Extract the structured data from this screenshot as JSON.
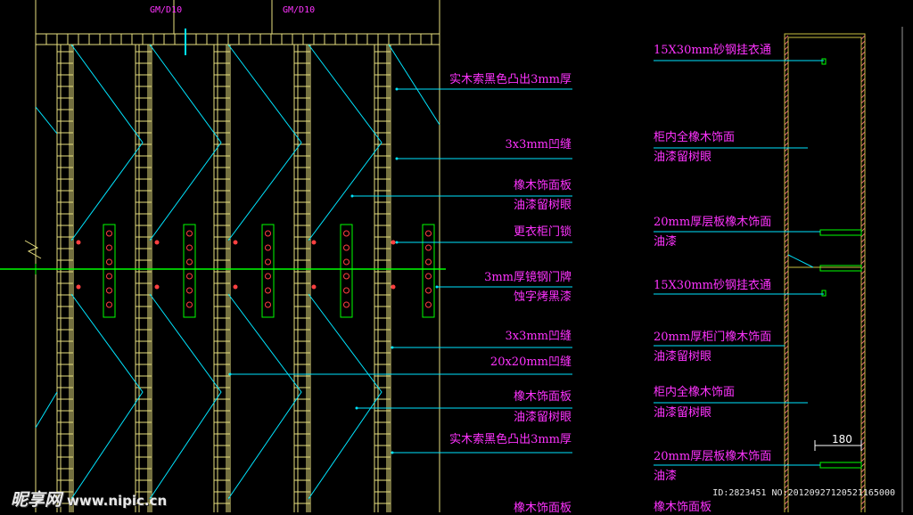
{
  "tags": [
    "GM/D10",
    "GM/D10"
  ],
  "left_labels": [
    "实木索黑色凸出3mm厚",
    "3x3mm凹缝",
    "橡木饰面板",
    "油漆留树眼",
    "更衣柜门锁",
    "3mm厚镜钢门牌",
    "蚀字烤黑漆",
    "3x3mm凹缝",
    "20x20mm凹缝",
    "橡木饰面板",
    "油漆留树眼",
    "实木索黑色凸出3mm厚",
    "橡木饰面板"
  ],
  "right_labels": [
    "15X30mm砂钢挂衣通",
    "柜内全橡木饰面",
    "油漆留树眼",
    "20mm厚层板橡木饰面",
    "油漆",
    "15X30mm砂钢挂衣通",
    "20mm厚柜门橡木饰面",
    "油漆留树眼",
    "柜内全橡木饰面",
    "油漆留树眼",
    "20mm厚层板橡木饰面",
    "油漆",
    "橡木饰面板"
  ],
  "dimension": "180",
  "watermark": {
    "brand": "昵享网",
    "url": "www.nipic.cn"
  },
  "image_id": "ID:2823451 NO:20120927120521165000",
  "colors": {
    "label": "#ff33ff",
    "leader": "#00e5ff",
    "frame": "#e8e080",
    "axis": "#00ff00",
    "panel": "#c8c040"
  }
}
